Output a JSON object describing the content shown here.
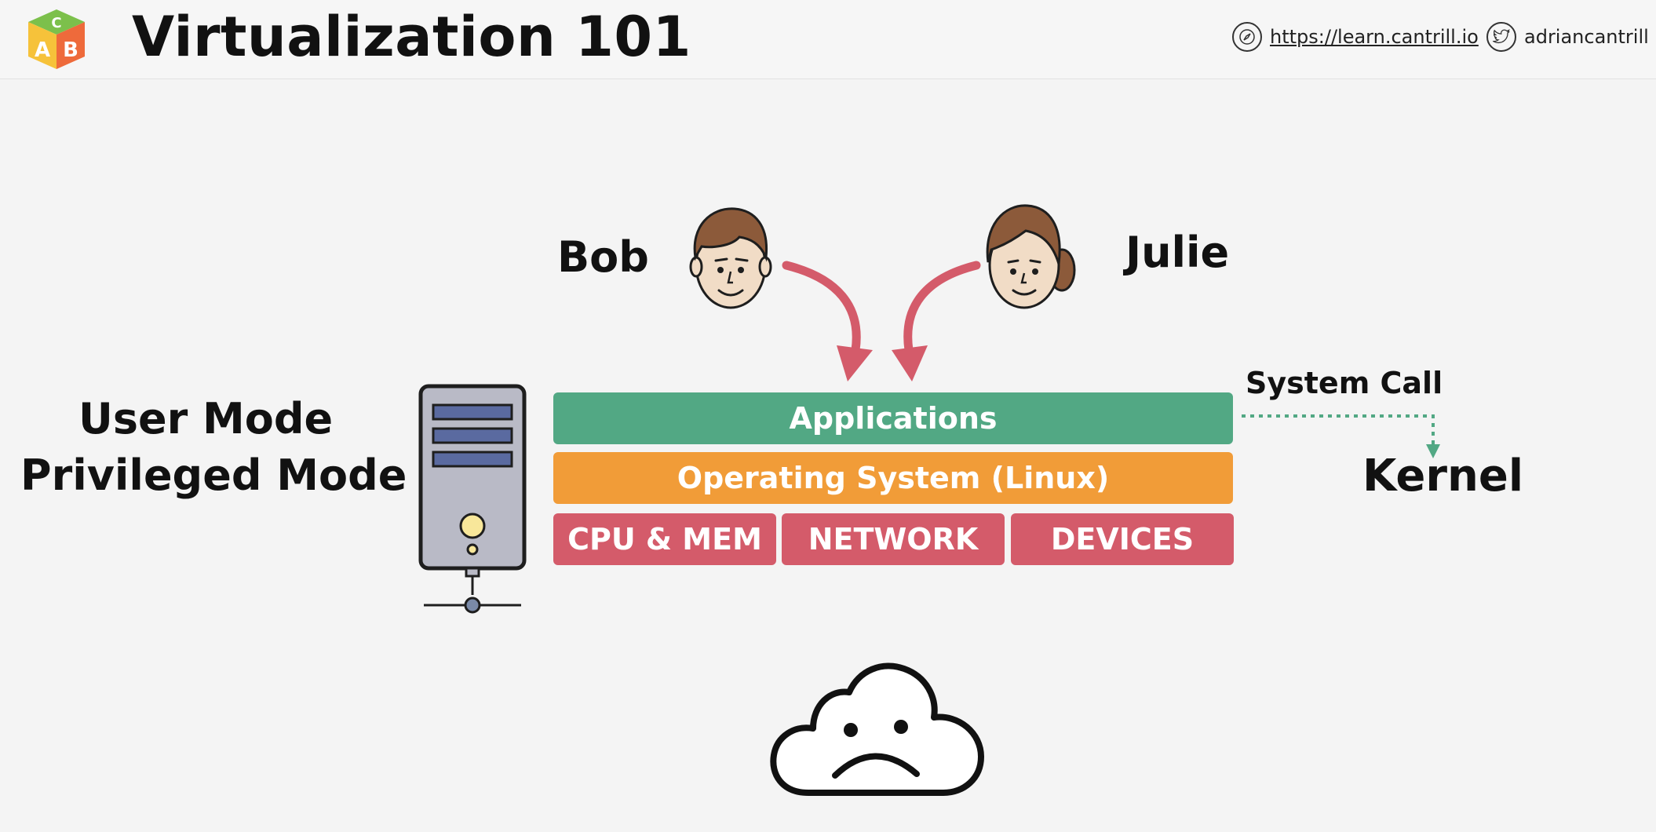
{
  "header": {
    "title": "Virtualization 101",
    "site_link": "https://learn.cantrill.io",
    "twitter_handle": "adriancantrill",
    "logo_letters": [
      "C",
      "A",
      "B"
    ]
  },
  "people": {
    "bob": "Bob",
    "julie": "Julie"
  },
  "modes": {
    "user_mode": "User Mode",
    "privileged_mode": "Privileged Mode"
  },
  "stack": {
    "applications": "Applications",
    "operating_system": "Operating System (Linux)",
    "hardware": [
      "CPU & MEM",
      "NETWORK",
      "DEVICES"
    ]
  },
  "annotations": {
    "system_call": "System Call",
    "kernel": "Kernel"
  },
  "colors": {
    "applications": "#52a884",
    "operating_system": "#f19c38",
    "hardware": "#d45b6a",
    "arrow": "#d45b6a",
    "system_call_line": "#52a884"
  },
  "icons": [
    "abc-block-logo",
    "compass-icon",
    "twitter-icon",
    "person-bob-icon",
    "person-julie-icon",
    "server-tower-icon",
    "sad-cloud-icon"
  ]
}
